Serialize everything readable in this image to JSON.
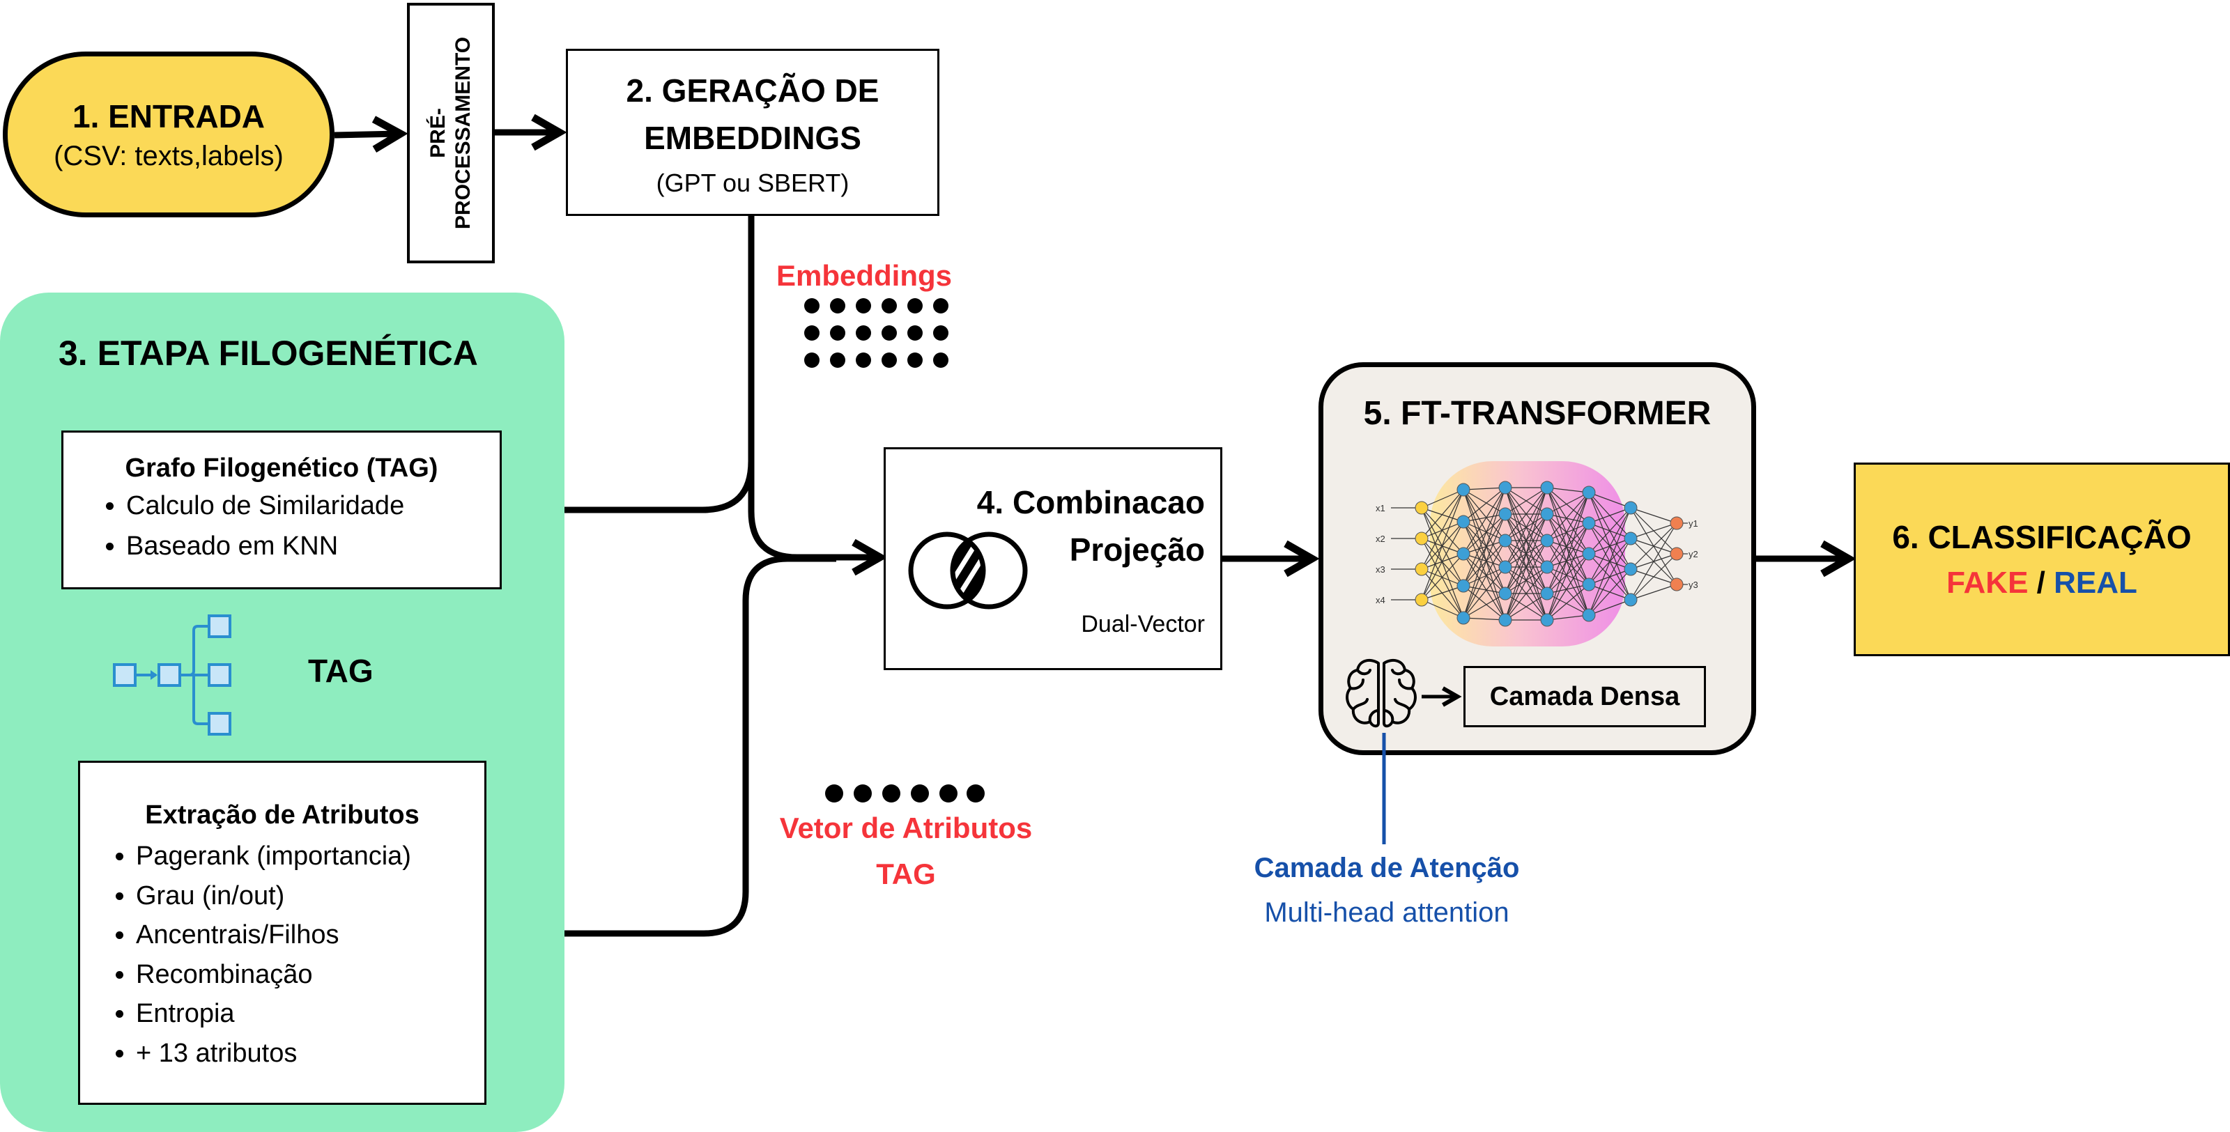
{
  "entrada": {
    "title": "1. ENTRADA",
    "subtitle": "(CSV: texts,labels)"
  },
  "preprocess": {
    "line1": "PRÉ-",
    "line2": "PROCESSAMENTO"
  },
  "embeddings_gen": {
    "title_line1": "2. GERAÇÃO DE",
    "title_line2": "EMBEDDINGS",
    "subtitle": "(GPT ou SBERT)"
  },
  "embeddings_label": "Embeddings",
  "filogenetica": {
    "title": "3. ETAPA FILOGENÉTICA",
    "grafo": {
      "title": "Grafo Filogenético (TAG)",
      "items": [
        "Calculo de Similaridade",
        "Baseado em KNN"
      ]
    },
    "tag_label": "TAG",
    "extracao": {
      "title": "Extração de Atributos",
      "items": [
        "Pagerank (importancia)",
        "Grau (in/out)",
        "Ancentrais/Filhos",
        "Recombinação",
        "Entropia",
        "+ 13 atributos"
      ]
    }
  },
  "vetor_label": {
    "line1": "Vetor de Atributos",
    "line2": "TAG"
  },
  "combinacao": {
    "line1": "4. Combinacao",
    "line2": "Projeção",
    "subtitle": "Dual-Vector"
  },
  "ft_transformer": {
    "title": "5. FT-TRANSFORMER",
    "dense_label": "Camada Densa",
    "nn_inputs": [
      "x1",
      "x2",
      "x3",
      "x4"
    ],
    "nn_outputs": [
      "y1",
      "y2",
      "y3"
    ]
  },
  "attention": {
    "title": "Camada de Atenção",
    "subtitle": "Multi-head attention"
  },
  "classificacao": {
    "title": "6. CLASSIFICAÇÃO",
    "fake": "FAKE",
    "sep": " / ",
    "real": "REAL"
  },
  "colors": {
    "yellow": "#fbd957",
    "green": "#8eedbf",
    "red": "#f5343a",
    "blue": "#1650a9",
    "ft_bg": "#f2eee9",
    "node_blue": "#3d9fd6"
  }
}
